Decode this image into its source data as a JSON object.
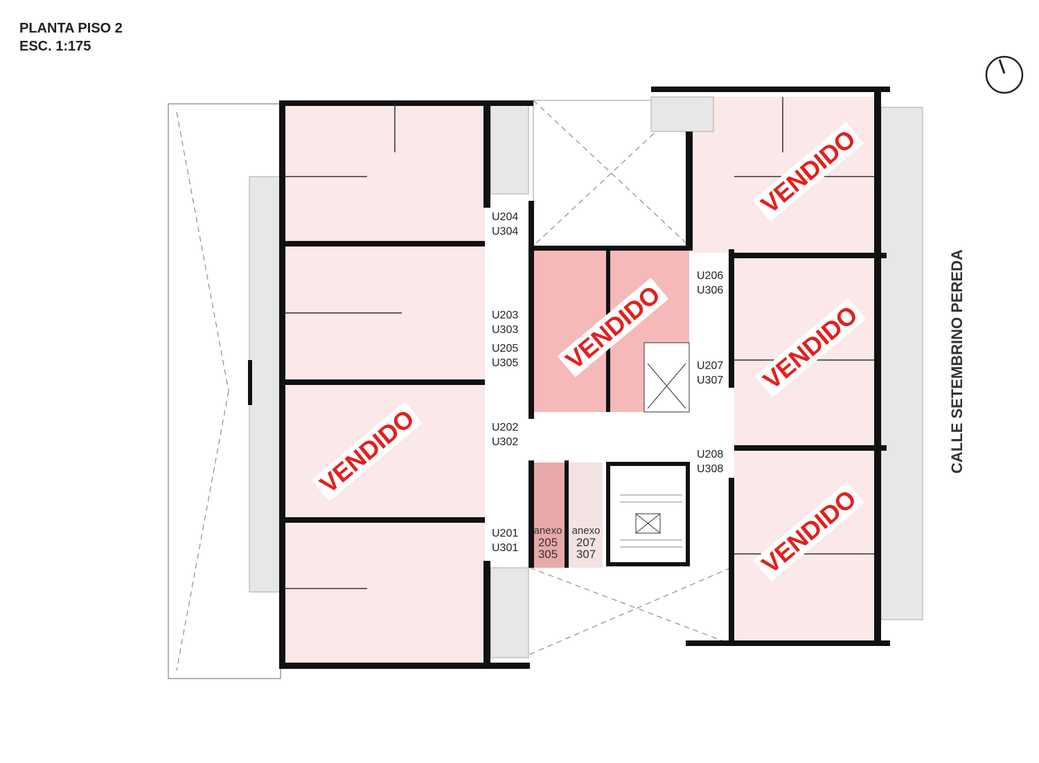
{
  "header": {
    "title": "PLANTA PISO 2",
    "scale": "ESC. 1:175"
  },
  "street_label": "CALLE SETEMBRINO PEREDA",
  "north_arrow": "north-arrow-icon",
  "sold_label": "VENDIDO",
  "units": [
    {
      "a": "U204",
      "b": "U304"
    },
    {
      "a": "U203",
      "b": "U303"
    },
    {
      "a": "U205",
      "b": "U305"
    },
    {
      "a": "U202",
      "b": "U302"
    },
    {
      "a": "U201",
      "b": "U301"
    },
    {
      "a": "U206",
      "b": "U306"
    },
    {
      "a": "U207",
      "b": "U307"
    },
    {
      "a": "U208",
      "b": "U308"
    }
  ],
  "annexes": [
    {
      "label": "anexo",
      "a": "205",
      "b": "305"
    },
    {
      "label": "anexo",
      "a": "207",
      "b": "307"
    }
  ],
  "colors": {
    "sold_text": "#e3201c",
    "unit_fill": "#fbe8e8",
    "highlight_fill": "#f5b9ba",
    "balcony": "#e7e7e7"
  }
}
